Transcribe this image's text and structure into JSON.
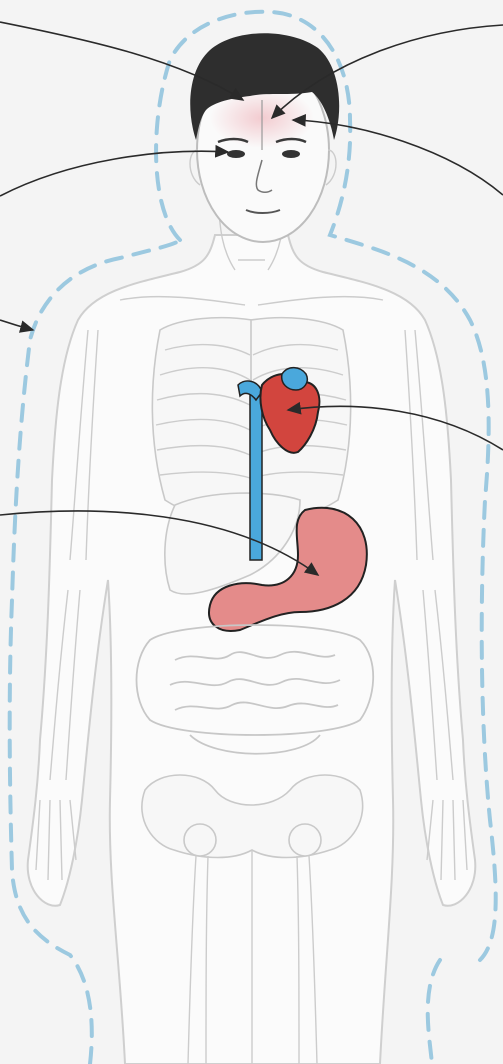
{
  "figure": {
    "colors": {
      "background": "#f4f4f4",
      "aura": "#9cc9e0",
      "hair": "#2e2e2e",
      "heart": "#d2453e",
      "vessels": "#4aa8dc",
      "stomach": "#e48b8a",
      "head_tint": "#f2c6cb",
      "arrows": "#2a2a2a"
    },
    "icons": [
      "aura-outline",
      "heart-organ",
      "stomach-organ",
      "vessels",
      "skeleton",
      "intestines"
    ]
  }
}
